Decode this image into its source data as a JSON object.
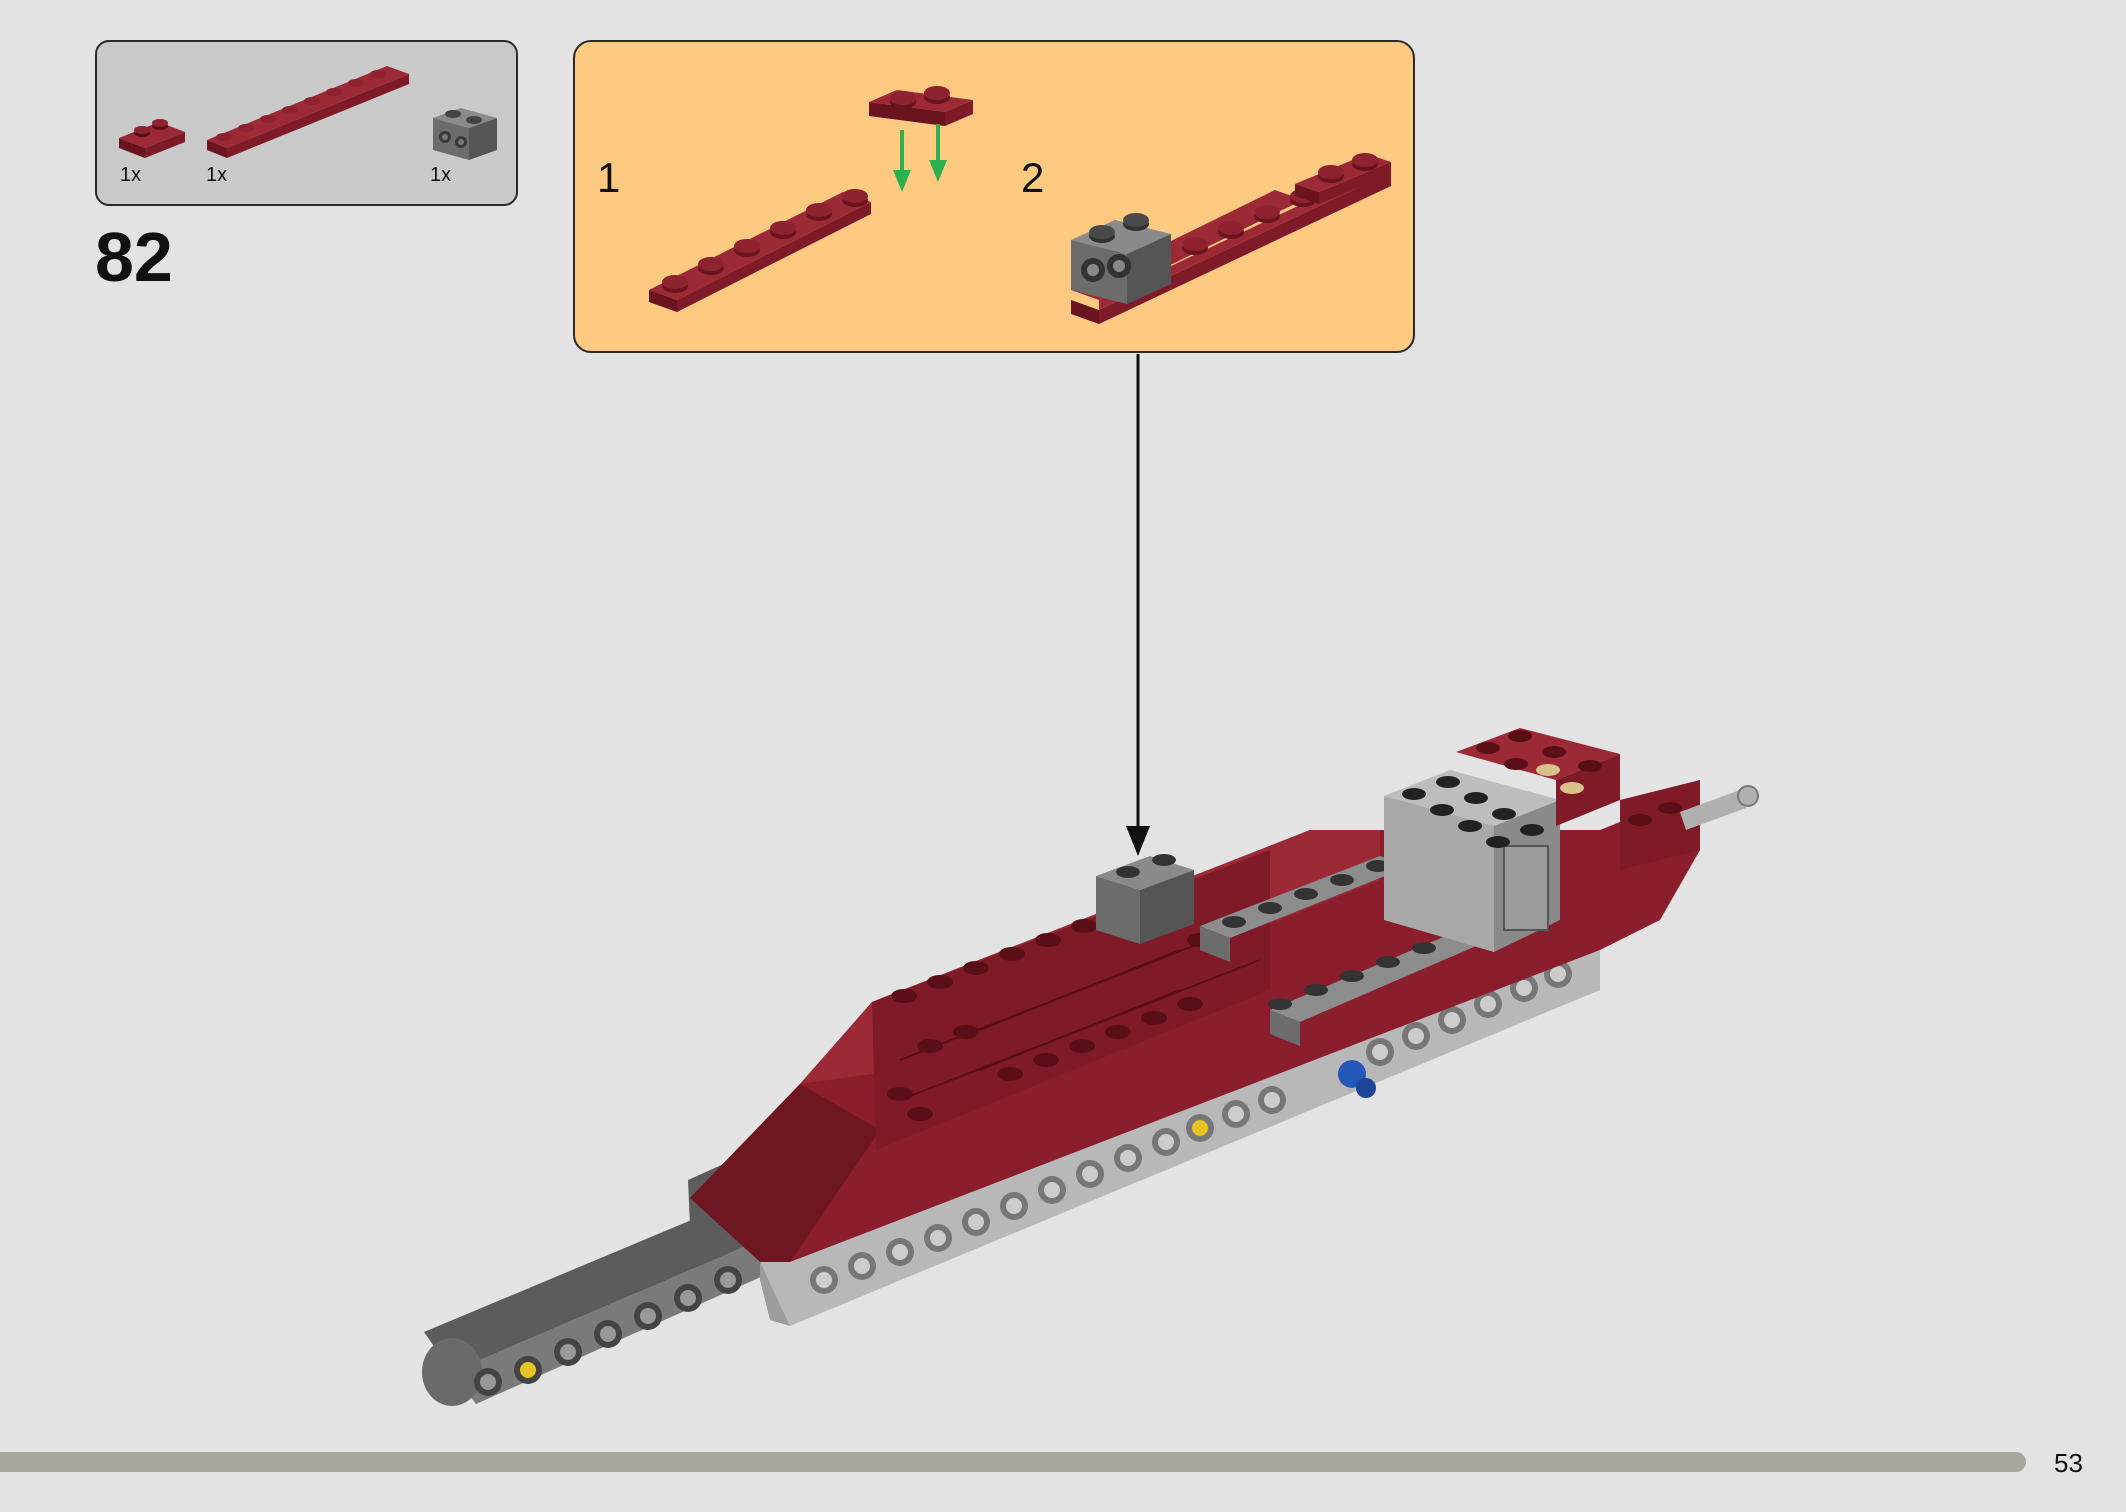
{
  "step": {
    "number": "82"
  },
  "parts_list": [
    {
      "name": "dark-red-plate-1x2",
      "qty": "1x",
      "color": "#7a1a26"
    },
    {
      "name": "dark-red-plate-1x8",
      "qty": "1x",
      "color": "#7a1a26"
    },
    {
      "name": "dark-gray-brick-1x2-with-studs-on-side",
      "qty": "1x",
      "color": "#6c6c6c"
    }
  ],
  "sub_assembly": {
    "background": "#fec981",
    "steps": [
      {
        "label": "1"
      },
      {
        "label": "2"
      }
    ],
    "arrow_color": "#2fb04f"
  },
  "page": {
    "number": "53"
  }
}
